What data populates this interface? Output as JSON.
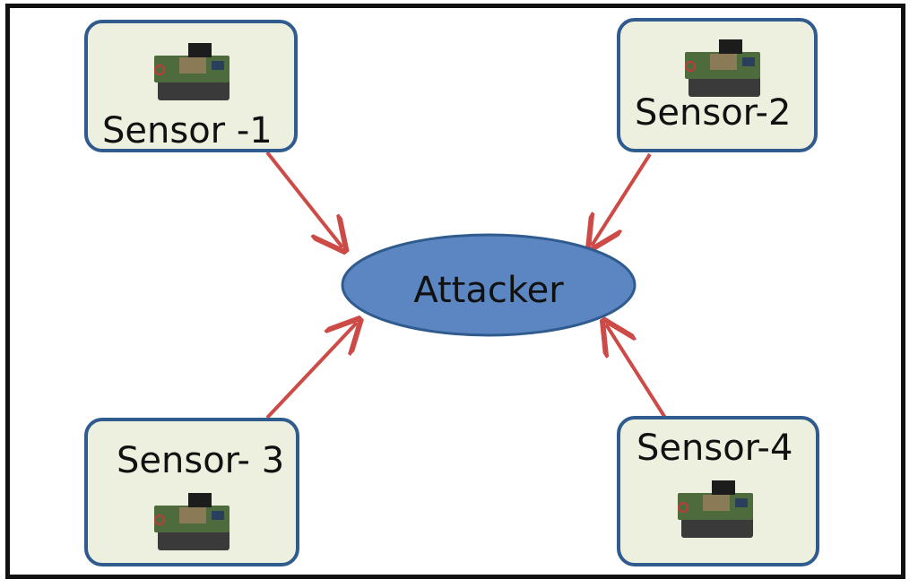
{
  "diagram": {
    "nodes": {
      "sensor1": {
        "label": "Sensor -1"
      },
      "sensor2": {
        "label": "Sensor-2"
      },
      "sensor3": {
        "label": "Sensor- 3"
      },
      "sensor4": {
        "label": "Sensor-4"
      },
      "attacker": {
        "label": "Attacker"
      }
    },
    "edges": [
      {
        "from": "sensor1",
        "to": "attacker"
      },
      {
        "from": "sensor2",
        "to": "attacker"
      },
      {
        "from": "sensor3",
        "to": "attacker"
      },
      {
        "from": "sensor4",
        "to": "attacker"
      }
    ],
    "colors": {
      "node_fill": "#eef0df",
      "node_border": "#2f5b8e",
      "attacker_fill": "#5b86c2",
      "attacker_border": "#2f5b8e",
      "arrow": "#cc4b46"
    },
    "icon": "sensor-board-icon"
  }
}
